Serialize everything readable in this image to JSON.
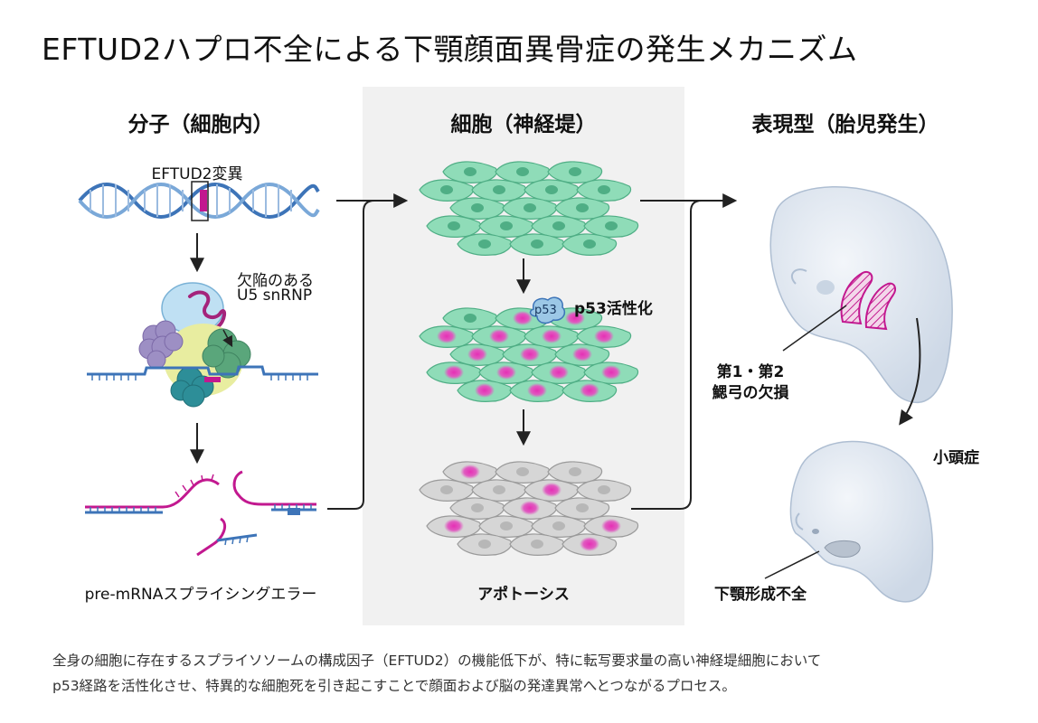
{
  "title": "EFTUD2ハプロ不全による下顎顔面異骨症の発生メカニズム",
  "columns": {
    "molecular": "分子（細胞内）",
    "cellular": "細胞（神経堤）",
    "phenotype": "表現型（胎児発生）"
  },
  "labels": {
    "mutation": "EFTUD2変異",
    "defective_snrnp_line1": "欠陥のある",
    "defective_snrnp_line2": "U5 snRNP",
    "splicing_error": "pre-mRNAスプライシングエラー",
    "p53_badge": "p53",
    "p53_activation": "p53活性化",
    "apoptosis": "アポトーシス",
    "arch_defect_line1": "第1・第2",
    "arch_defect_line2": "鰓弓の欠損",
    "microcephaly": "小頭症",
    "micrognathia": "下顎形成不全"
  },
  "caption": {
    "line1": "全身の細胞に存在するスプライソソームの構成因子（EFTUD2）の機能低下が、特に転写要求量の高い神経堤細胞において",
    "line2": "p53経路を活性化させ、特異的な細胞死を引き起こすことで顔面および脳の発達異常へとつながるプロセス。"
  },
  "colors": {
    "dna_blue": "#4a86c8",
    "magenta": "#c2188f",
    "healthy_cell": "#7fd6ad",
    "dead_cell": "#cfcfcf",
    "panel_bg": "#f1f1f1",
    "embryo": "#dfe7f0"
  },
  "icons": [
    "dna-helix-icon",
    "spliceosome-icon",
    "rna-fragments-icon",
    "cell-sheet-icon",
    "embryo-icon",
    "arrow-icon"
  ]
}
